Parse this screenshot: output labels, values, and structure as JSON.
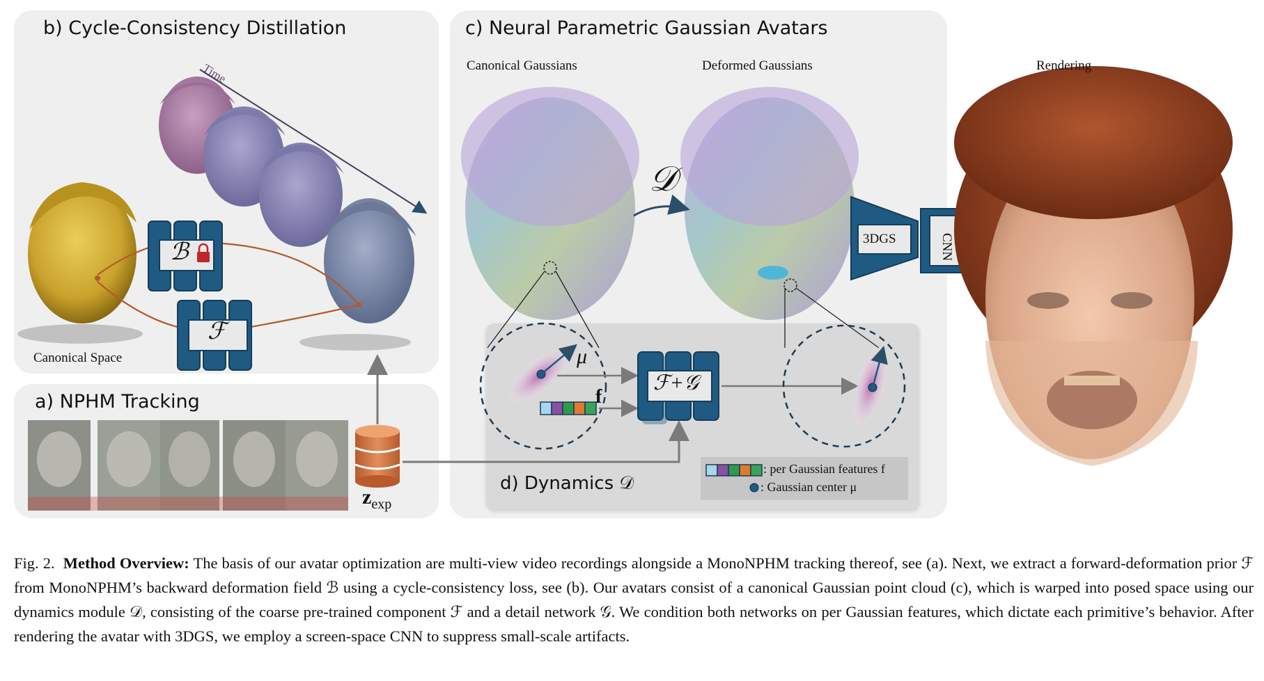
{
  "panels": {
    "b": {
      "title": "b) Cycle-Consistency Distillation",
      "time_label": "Time",
      "canonical_space_label": "Canonical Space",
      "block_B": "ℬ",
      "block_F": "ℱ"
    },
    "a": {
      "title": "a) NPHM Tracking",
      "latent_label": "z",
      "latent_sub": "exp"
    },
    "c": {
      "title": "c) Neural Parametric Gaussian Avatars",
      "canonical_gaussians": "Canonical Gaussians",
      "deformed_gaussians": "Deformed Gaussians",
      "rendering": "Rendering",
      "dynamics_symbol": "𝒟",
      "renderer": "3DGS",
      "cnn": "CNN"
    },
    "d": {
      "title": "d) Dynamics 𝒟",
      "mu": "μ",
      "f": "f",
      "block": "ℱ+𝒢",
      "legend": {
        "features": ": per Gaussian features f",
        "center": ": Gaussian center μ"
      }
    }
  },
  "feature_colors": [
    "#a9d6ef",
    "#8a4fa3",
    "#2f9a4b",
    "#e07a2e",
    "#3aa35a"
  ],
  "caption": {
    "fig": "Fig. 2.",
    "bold": "Method Overview:",
    "text": "The basis of our avatar optimization are multi-view video recordings alongside a MonoNPHM tracking thereof, see (a). Next, we extract a forward-deformation prior ℱ from MonoNPHM’s backward deformation field ℬ using a cycle-consistency loss, see (b). Our avatars consist of a canonical Gaussian point cloud (c), which is warped into posed space using our dynamics module 𝒟, consisting of the coarse pre-trained component ℱ and a detail network 𝒢. We condition both networks on per Gaussian features, which dictate each primitive’s behavior. After rendering the avatar with 3DGS, we employ a screen-space CNN to suppress small-scale artifacts."
  }
}
